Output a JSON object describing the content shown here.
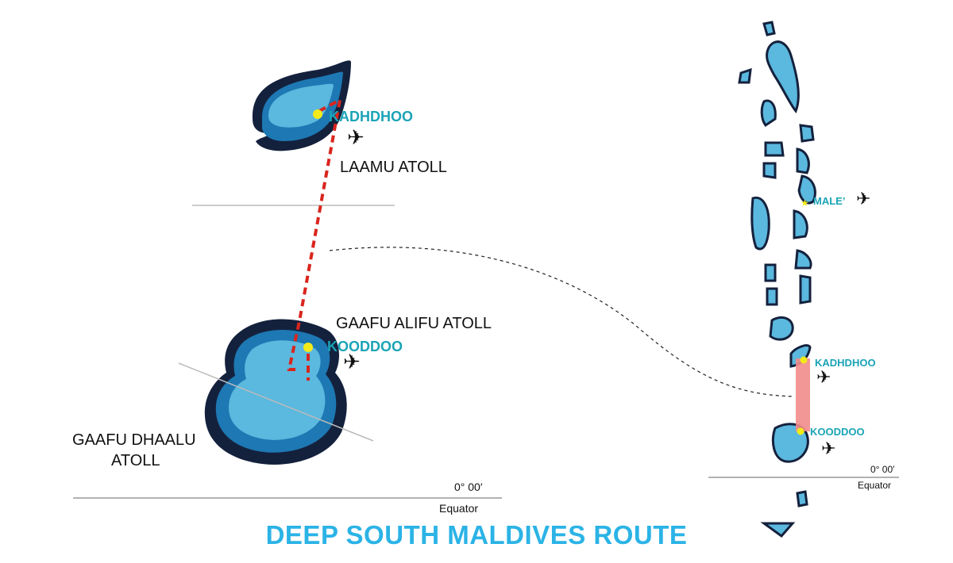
{
  "title": "DEEP SOUTH MALDIVES ROUTE",
  "colors": {
    "title": "#2bb3e6",
    "label_teal": "#1aa3b6",
    "atoll_dark": "#14213d",
    "atoll_mid": "#1d78b3",
    "lagoon": "#5bb8de",
    "route": "#d9251d",
    "highlight": "#f28b8b",
    "airport_dot": "#f2ea1a"
  },
  "detail": {
    "airport_north": "KADHDHOO",
    "atoll_north": "LAAMU ATOLL",
    "atoll_alifu": "GAAFU ALIFU ATOLL",
    "airport_south": "KOODDOO",
    "atoll_dhaalu_line1": "GAAFU DHAALU",
    "atoll_dhaalu_line2": "ATOLL",
    "equator_coord": "0° 00′",
    "equator_label": "Equator",
    "plane_icon": "airplane-icon"
  },
  "overview": {
    "male_label": "MALE’",
    "airport_north": "KADHDHOO",
    "airport_south": "KOODDOO",
    "equator_coord": "0° 00′",
    "equator_label": "Equator"
  }
}
